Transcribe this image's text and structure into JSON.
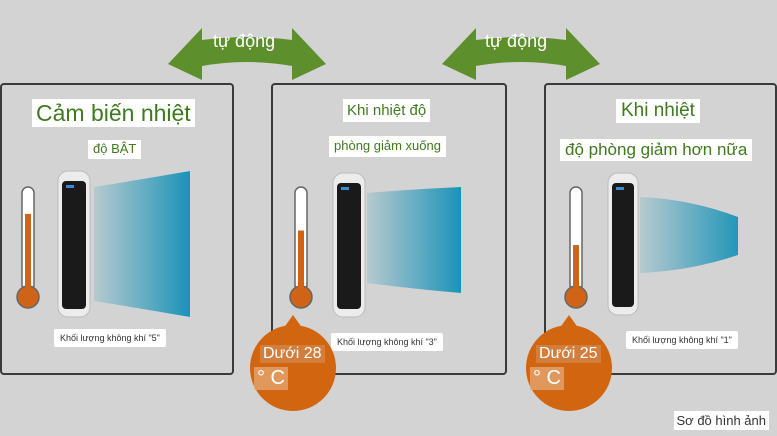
{
  "arrows": [
    {
      "label": "tự động"
    },
    {
      "label": "tự động"
    }
  ],
  "panels": [
    {
      "title_line1": "Cảm biến nhiệt",
      "title_line2": "độ BẬT",
      "caption": "Khối lượng không khí \"5\"",
      "level": 0.78
    },
    {
      "title_line1": "Khi nhiệt độ",
      "title_line2": "phòng giảm xuống",
      "caption": "Khối lượng không khí \"3\"",
      "level": 0.62
    },
    {
      "title_line1": "Khi nhiệt",
      "title_line2": "độ phòng giảm hơn nữa",
      "caption": "Khối lượng không khí \"1\"",
      "level": 0.48
    }
  ],
  "badges": [
    {
      "line1": "Dưới 28",
      "line2": "° C"
    },
    {
      "line1": "Dưới 25",
      "line2": "° C"
    }
  ],
  "footer": "Sơ đồ hình ảnh",
  "colors": {
    "arrow": "#5e8f2d",
    "badge": "#d2650f",
    "thermometer_fill": "#cf6318",
    "airflow": "#1a93b8"
  }
}
